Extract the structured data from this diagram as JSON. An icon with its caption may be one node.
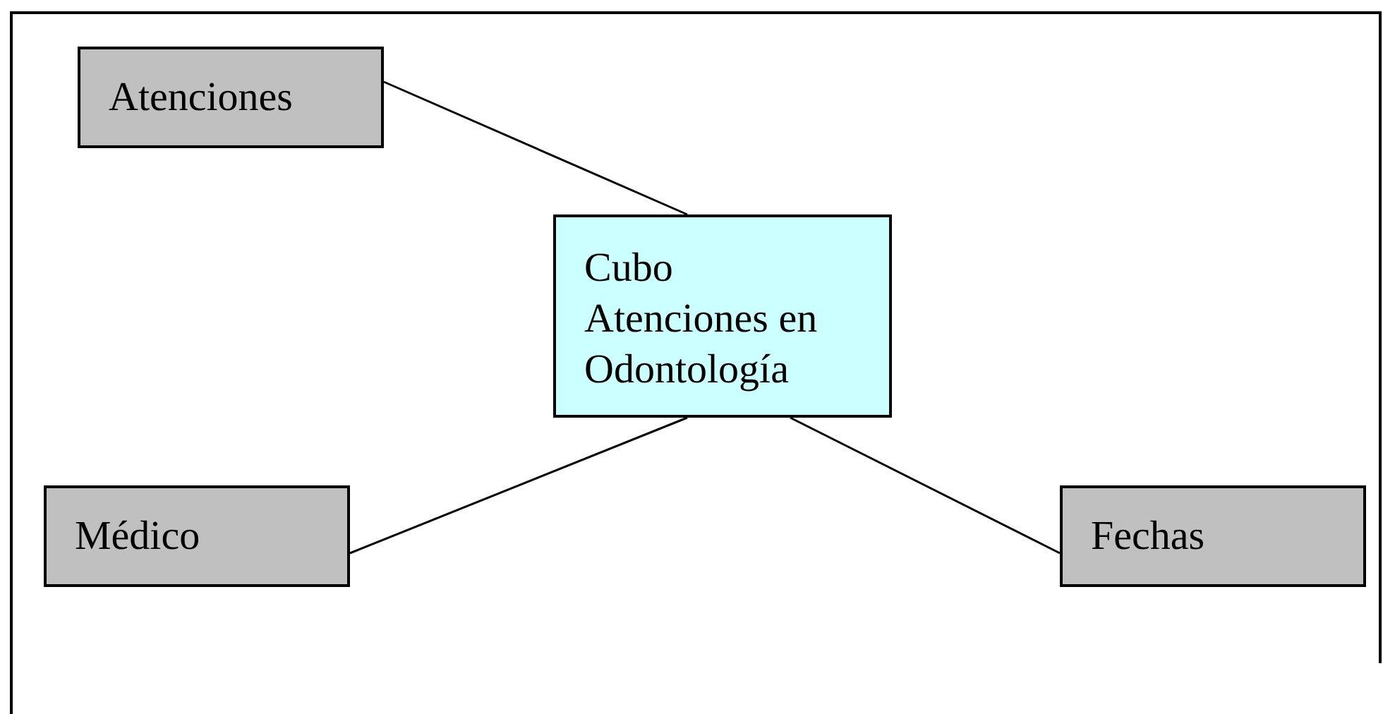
{
  "diagram": {
    "nodes": [
      {
        "text": [
          "Atenciones"
        ]
      },
      {
        "text": [
          "Cubo Atenciones en Odontología"
        ]
      },
      {
        "text": [
          "Médico"
        ]
      },
      {
        "text": [
          "Fechas"
        ]
      }
    ],
    "edges": [
      {
        "from": 0,
        "to": 1,
        "arrow": "none"
      },
      {
        "from": 2,
        "to": 1,
        "arrow": "none"
      },
      {
        "from": 1,
        "to": 3,
        "arrow": "none"
      }
    ]
  }
}
